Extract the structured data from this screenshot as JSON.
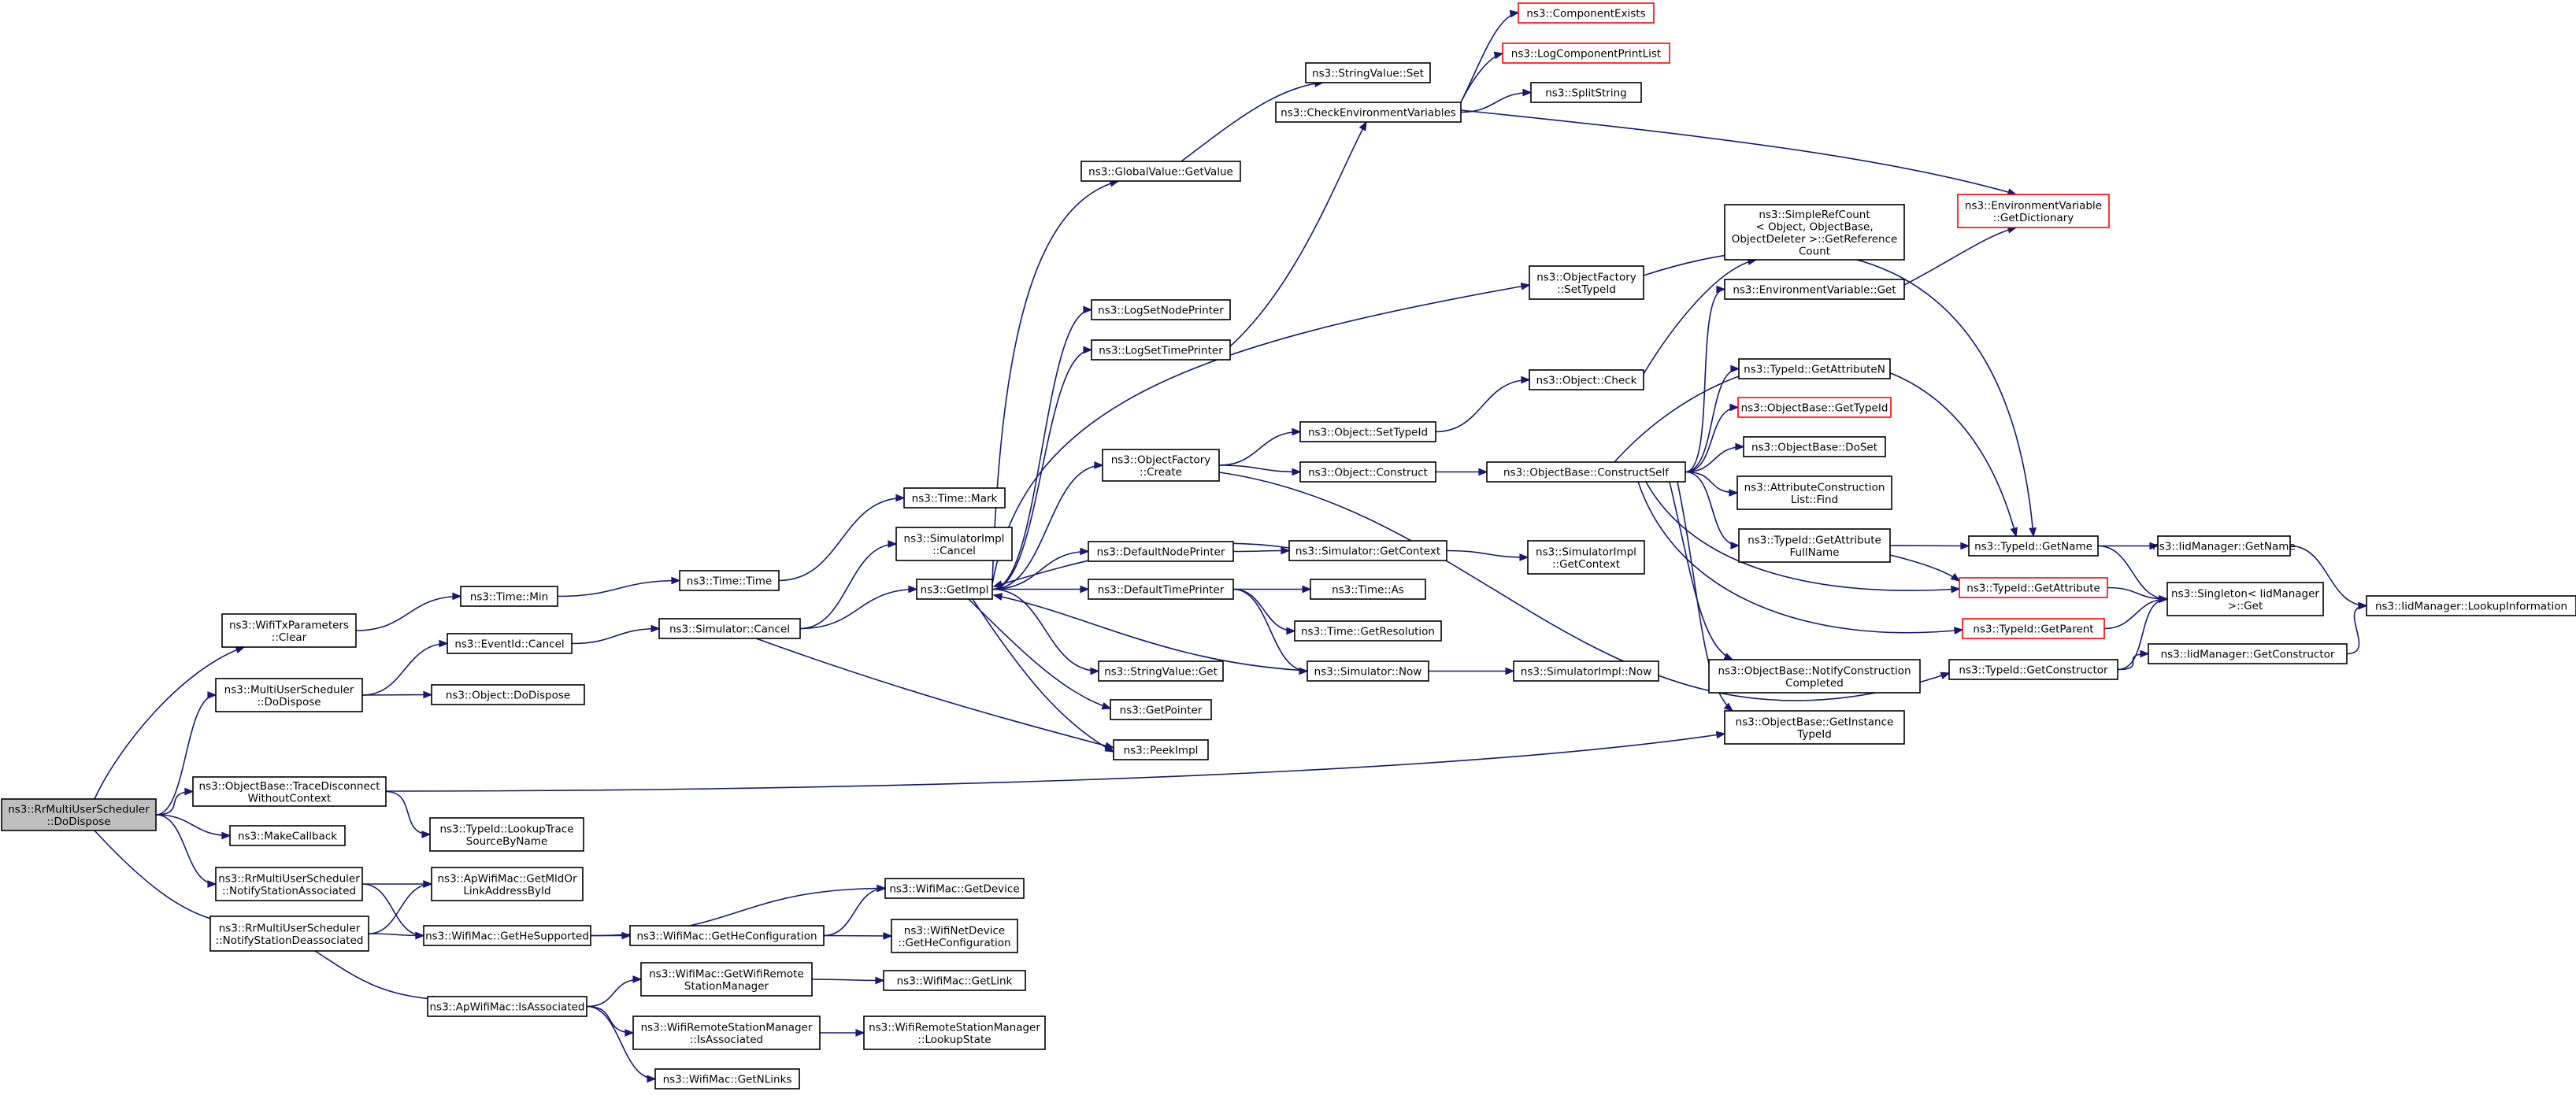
{
  "graph": {
    "colors": {
      "edge": "#191970",
      "node_border": "#000000",
      "node_missing_border": "#ff0000",
      "root_fill": "#bfbfbf",
      "node_fill": "#ffffff"
    },
    "nodes": [
      {
        "id": "root",
        "lines": [
          "ns3::RrMultiUserScheduler",
          "::DoDispose"
        ],
        "kind": "root"
      },
      {
        "id": "wtxclear",
        "lines": [
          "ns3::WifiTxParameters",
          "::Clear"
        ]
      },
      {
        "id": "mudispose",
        "lines": [
          "ns3::MultiUserScheduler",
          "::DoDispose"
        ]
      },
      {
        "id": "tracedisc",
        "lines": [
          "ns3::ObjectBase::TraceDisconnect",
          "WithoutContext"
        ]
      },
      {
        "id": "makecb",
        "lines": [
          "ns3::MakeCallback"
        ]
      },
      {
        "id": "notifyassoc",
        "lines": [
          "ns3::RrMultiUserScheduler",
          "::NotifyStationAssociated"
        ]
      },
      {
        "id": "notifydeassoc",
        "lines": [
          "ns3::RrMultiUserScheduler",
          "::NotifyStationDeassociated"
        ]
      },
      {
        "id": "timemin",
        "lines": [
          "ns3::Time::Min"
        ]
      },
      {
        "id": "evcancel",
        "lines": [
          "ns3::EventId::Cancel"
        ]
      },
      {
        "id": "objdispose",
        "lines": [
          "ns3::Object::DoDispose"
        ]
      },
      {
        "id": "lookuptrace",
        "lines": [
          "ns3::TypeId::LookupTrace",
          "SourceByName"
        ]
      },
      {
        "id": "getmldor",
        "lines": [
          "ns3::ApWifiMac::GetMldOr",
          "LinkAddressById"
        ]
      },
      {
        "id": "gethesup",
        "lines": [
          "ns3::WifiMac::GetHeSupported"
        ]
      },
      {
        "id": "apisassoc",
        "lines": [
          "ns3::ApWifiMac::IsAssociated"
        ]
      },
      {
        "id": "timetime",
        "lines": [
          "ns3::Time::Time"
        ]
      },
      {
        "id": "simcancel",
        "lines": [
          "ns3::Simulator::Cancel"
        ]
      },
      {
        "id": "gethecfg",
        "lines": [
          "ns3::WifiMac::GetHeConfiguration"
        ]
      },
      {
        "id": "getwrsm",
        "lines": [
          "ns3::WifiMac::GetWifiRemote",
          "StationManager"
        ]
      },
      {
        "id": "wrsmisassoc",
        "lines": [
          "ns3::WifiRemoteStationManager",
          "::IsAssociated"
        ]
      },
      {
        "id": "getnlinks",
        "lines": [
          "ns3::WifiMac::GetNLinks"
        ]
      },
      {
        "id": "timemark",
        "lines": [
          "ns3::Time::Mark"
        ]
      },
      {
        "id": "simimplcancel",
        "lines": [
          "ns3::SimulatorImpl",
          "::Cancel"
        ]
      },
      {
        "id": "getimpl",
        "lines": [
          "ns3::GetImpl"
        ]
      },
      {
        "id": "getdevice",
        "lines": [
          "ns3::WifiMac::GetDevice"
        ]
      },
      {
        "id": "netdevhecfg",
        "lines": [
          "ns3::WifiNetDevice",
          "::GetHeConfiguration"
        ]
      },
      {
        "id": "getlink",
        "lines": [
          "ns3::WifiMac::GetLink"
        ]
      },
      {
        "id": "lookupstate",
        "lines": [
          "ns3::WifiRemoteStationManager",
          "::LookupState"
        ]
      },
      {
        "id": "gvgetvalue",
        "lines": [
          "ns3::GlobalValue::GetValue"
        ]
      },
      {
        "id": "lognodeprinter",
        "lines": [
          "ns3::LogSetNodePrinter"
        ]
      },
      {
        "id": "logtimeprinter",
        "lines": [
          "ns3::LogSetTimePrinter"
        ]
      },
      {
        "id": "ofcreate",
        "lines": [
          "ns3::ObjectFactory",
          "::Create"
        ]
      },
      {
        "id": "defnodeprinter",
        "lines": [
          "ns3::DefaultNodePrinter"
        ]
      },
      {
        "id": "deftimeprinter",
        "lines": [
          "ns3::DefaultTimePrinter"
        ]
      },
      {
        "id": "svget",
        "lines": [
          "ns3::StringValue::Get"
        ]
      },
      {
        "id": "getpointer",
        "lines": [
          "ns3::GetPointer"
        ]
      },
      {
        "id": "peekimpl",
        "lines": [
          "ns3::PeekImpl"
        ]
      },
      {
        "id": "svset",
        "lines": [
          "ns3::StringValue::Set"
        ]
      },
      {
        "id": "checkenv",
        "lines": [
          "ns3::CheckEnvironmentVariables"
        ]
      },
      {
        "id": "ofsettypeid",
        "lines": [
          "ns3::ObjectFactory",
          "::SetTypeId"
        ]
      },
      {
        "id": "objsettypeid",
        "lines": [
          "ns3::Object::SetTypeId"
        ]
      },
      {
        "id": "objconstruct",
        "lines": [
          "ns3::Object::Construct"
        ]
      },
      {
        "id": "objcheck",
        "lines": [
          "ns3::Object::Check"
        ]
      },
      {
        "id": "simgetctx",
        "lines": [
          "ns3::Simulator::GetContext"
        ]
      },
      {
        "id": "timeas",
        "lines": [
          "ns3::Time::As"
        ]
      },
      {
        "id": "timegetres",
        "lines": [
          "ns3::Time::GetResolution"
        ]
      },
      {
        "id": "simnow",
        "lines": [
          "ns3::Simulator::Now"
        ]
      },
      {
        "id": "compexists",
        "lines": [
          "ns3::ComponentExists"
        ],
        "kind": "missing"
      },
      {
        "id": "logcompprint",
        "lines": [
          "ns3::LogComponentPrintList"
        ],
        "kind": "missing"
      },
      {
        "id": "splitstring",
        "lines": [
          "ns3::SplitString"
        ]
      },
      {
        "id": "constructself",
        "lines": [
          "ns3::ObjectBase::ConstructSelf"
        ]
      },
      {
        "id": "simimplgetctx",
        "lines": [
          "ns3::SimulatorImpl",
          "::GetContext"
        ]
      },
      {
        "id": "simimplnow",
        "lines": [
          "ns3::SimulatorImpl::Now"
        ]
      },
      {
        "id": "refcount",
        "lines": [
          "ns3::SimpleRefCount",
          "< Object, ObjectBase,",
          "ObjectDeleter >::GetReference",
          "Count"
        ]
      },
      {
        "id": "envget",
        "lines": [
          "ns3::EnvironmentVariable::Get"
        ]
      },
      {
        "id": "getattrn",
        "lines": [
          "ns3::TypeId::GetAttributeN"
        ]
      },
      {
        "id": "obgettypeid",
        "lines": [
          "ns3::ObjectBase::GetTypeId"
        ],
        "kind": "missing"
      },
      {
        "id": "obdoset",
        "lines": [
          "ns3::ObjectBase::DoSet"
        ]
      },
      {
        "id": "attrfind",
        "lines": [
          "ns3::AttributeConstruction",
          "List::Find"
        ]
      },
      {
        "id": "getattrfull",
        "lines": [
          "ns3::TypeId::GetAttribute",
          "FullName"
        ]
      },
      {
        "id": "notifycc",
        "lines": [
          "ns3::ObjectBase::NotifyConstruction",
          "Completed"
        ]
      },
      {
        "id": "getinsttypeid",
        "lines": [
          "ns3::ObjectBase::GetInstance",
          "TypeId"
        ]
      },
      {
        "id": "envdict",
        "lines": [
          "ns3::EnvironmentVariable",
          "::GetDictionary"
        ],
        "kind": "missing"
      },
      {
        "id": "tidgetname",
        "lines": [
          "ns3::TypeId::GetName"
        ]
      },
      {
        "id": "tidgetattr",
        "lines": [
          "ns3::TypeId::GetAttribute"
        ],
        "kind": "missing"
      },
      {
        "id": "tidgetparent",
        "lines": [
          "ns3::TypeId::GetParent"
        ],
        "kind": "missing"
      },
      {
        "id": "tidgetctor",
        "lines": [
          "ns3::TypeId::GetConstructor"
        ]
      },
      {
        "id": "iidgetname",
        "lines": [
          "ns3::IidManager::GetName"
        ]
      },
      {
        "id": "singleton",
        "lines": [
          "ns3::Singleton< IidManager",
          ">::Get"
        ]
      },
      {
        "id": "iidgetctor",
        "lines": [
          "ns3::IidManager::GetConstructor"
        ]
      },
      {
        "id": "iidlookup",
        "lines": [
          "ns3::IidManager::LookupInformation"
        ]
      }
    ],
    "edges": [
      [
        "root",
        "wtxclear"
      ],
      [
        "root",
        "mudispose"
      ],
      [
        "root",
        "tracedisc"
      ],
      [
        "root",
        "makecb"
      ],
      [
        "root",
        "notifyassoc"
      ],
      [
        "root",
        "notifydeassoc"
      ],
      [
        "wtxclear",
        "timemin"
      ],
      [
        "mudispose",
        "evcancel"
      ],
      [
        "mudispose",
        "objdispose"
      ],
      [
        "tracedisc",
        "lookuptrace"
      ],
      [
        "tracedisc",
        "getinsttypeid"
      ],
      [
        "notifyassoc",
        "getmldor"
      ],
      [
        "notifyassoc",
        "gethesup"
      ],
      [
        "notifydeassoc",
        "getmldor"
      ],
      [
        "notifydeassoc",
        "gethesup"
      ],
      [
        "notifydeassoc",
        "apisassoc"
      ],
      [
        "timemin",
        "timetime"
      ],
      [
        "timetime",
        "timemark"
      ],
      [
        "evcancel",
        "simcancel"
      ],
      [
        "simcancel",
        "simimplcancel"
      ],
      [
        "simcancel",
        "getimpl"
      ],
      [
        "simcancel",
        "peekimpl"
      ],
      [
        "gethesup",
        "getdevice"
      ],
      [
        "gethesup",
        "gethecfg"
      ],
      [
        "gethecfg",
        "getdevice"
      ],
      [
        "gethecfg",
        "netdevhecfg"
      ],
      [
        "apisassoc",
        "getwrsm"
      ],
      [
        "apisassoc",
        "wrsmisassoc"
      ],
      [
        "apisassoc",
        "getnlinks"
      ],
      [
        "getwrsm",
        "getlink"
      ],
      [
        "wrsmisassoc",
        "lookupstate"
      ],
      [
        "getimpl",
        "gvgetvalue"
      ],
      [
        "getimpl",
        "lognodeprinter"
      ],
      [
        "getimpl",
        "logtimeprinter"
      ],
      [
        "getimpl",
        "ofcreate"
      ],
      [
        "getimpl",
        "ofsettypeid"
      ],
      [
        "getimpl",
        "defnodeprinter"
      ],
      [
        "getimpl",
        "deftimeprinter"
      ],
      [
        "getimpl",
        "svget"
      ],
      [
        "getimpl",
        "getpointer"
      ],
      [
        "getimpl",
        "peekimpl"
      ],
      [
        "gvgetvalue",
        "svset"
      ],
      [
        "logtimeprinter",
        "checkenv"
      ],
      [
        "checkenv",
        "compexists"
      ],
      [
        "checkenv",
        "logcompprint"
      ],
      [
        "checkenv",
        "splitstring"
      ],
      [
        "checkenv",
        "envdict"
      ],
      [
        "ofsettypeid",
        "tidgetname"
      ],
      [
        "ofcreate",
        "objsettypeid"
      ],
      [
        "ofcreate",
        "objconstruct"
      ],
      [
        "ofcreate",
        "tidgetctor"
      ],
      [
        "objsettypeid",
        "objcheck"
      ],
      [
        "objcheck",
        "refcount"
      ],
      [
        "objconstruct",
        "constructself"
      ],
      [
        "defnodeprinter",
        "simgetctx"
      ],
      [
        "simgetctx",
        "getimpl"
      ],
      [
        "simgetctx",
        "simimplgetctx"
      ],
      [
        "deftimeprinter",
        "timeas"
      ],
      [
        "deftimeprinter",
        "timegetres"
      ],
      [
        "deftimeprinter",
        "simnow"
      ],
      [
        "simnow",
        "getimpl"
      ],
      [
        "simnow",
        "simimplnow"
      ],
      [
        "constructself",
        "envget"
      ],
      [
        "constructself",
        "getattrn"
      ],
      [
        "constructself",
        "obgettypeid"
      ],
      [
        "constructself",
        "obdoset"
      ],
      [
        "constructself",
        "attrfind"
      ],
      [
        "constructself",
        "getattrfull"
      ],
      [
        "constructself",
        "notifycc"
      ],
      [
        "constructself",
        "getinsttypeid"
      ],
      [
        "constructself",
        "tidgetname"
      ],
      [
        "constructself",
        "tidgetattr"
      ],
      [
        "constructself",
        "tidgetparent"
      ],
      [
        "envget",
        "envdict"
      ],
      [
        "getattrfull",
        "tidgetname"
      ],
      [
        "getattrfull",
        "tidgetattr"
      ],
      [
        "tidgetname",
        "iidgetname"
      ],
      [
        "tidgetname",
        "singleton"
      ],
      [
        "tidgetattr",
        "singleton"
      ],
      [
        "tidgetparent",
        "singleton"
      ],
      [
        "tidgetctor",
        "singleton"
      ],
      [
        "tidgetctor",
        "iidgetctor"
      ],
      [
        "iidgetname",
        "iidlookup"
      ],
      [
        "iidgetctor",
        "iidlookup"
      ]
    ]
  }
}
